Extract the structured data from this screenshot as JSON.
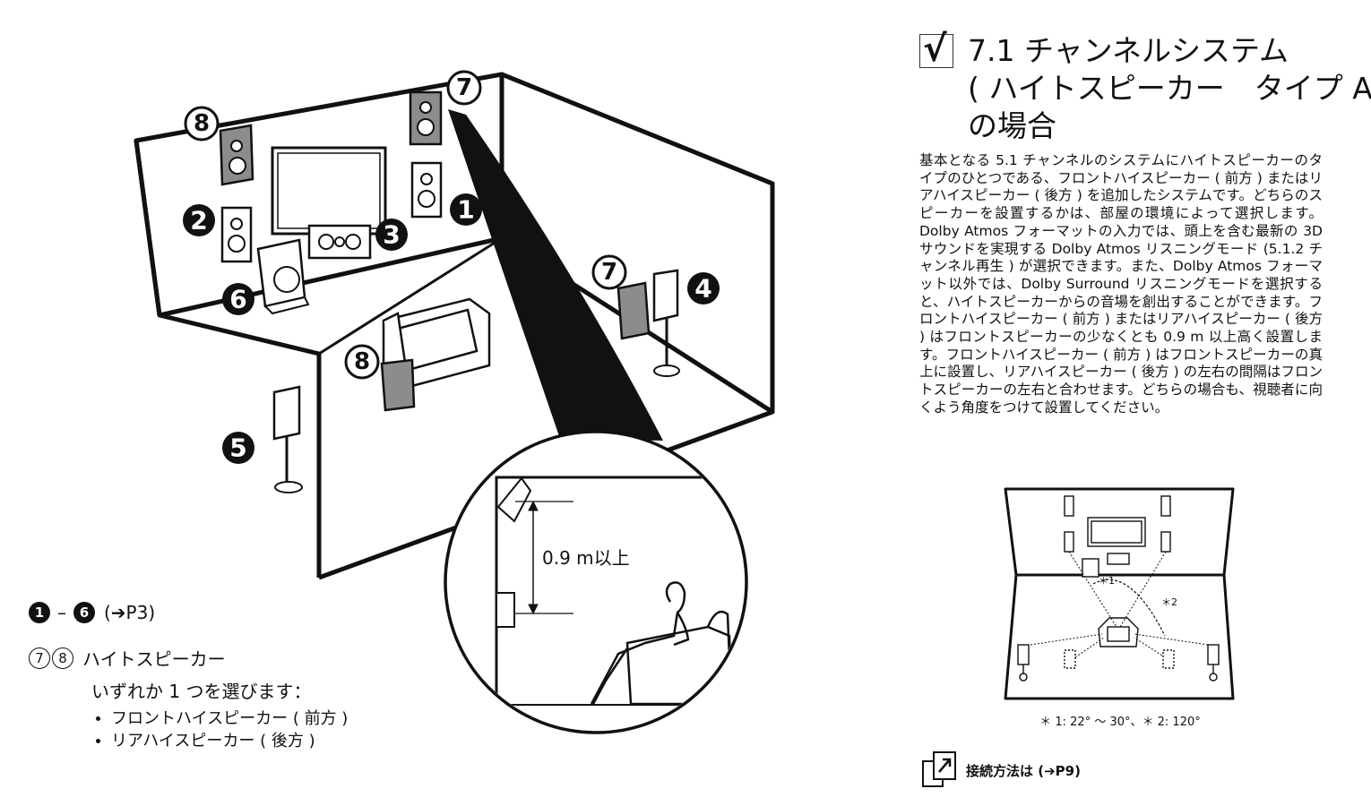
{
  "diagram": {
    "labels": {
      "n1": "1",
      "n2": "2",
      "n3": "3",
      "n4": "4",
      "n5": "5",
      "n6": "6",
      "n7": "7",
      "n8": "8"
    },
    "inset_distance": "0.9 m以上"
  },
  "legend": {
    "range_from": "1",
    "dash": "–",
    "range_to": "6",
    "range_ref": "(➔P3)",
    "height_label": "ハイトスピーカー",
    "height_n7": "7",
    "height_n8": "8",
    "choose": "いずれか 1 つを選びます：",
    "options": [
      "フロントハイスピーカー ( 前方 )",
      "リアハイスピーカー ( 後方 )"
    ]
  },
  "section": {
    "check_mark": "√",
    "title_lines": [
      "7.1 チャンネルシステム",
      "( ハイトスピーカー　タイプ A)",
      "の場合"
    ],
    "body": "基本となる 5.1 チャンネルのシステムにハイトスピーカーのタイプのひとつである、フロントハイスピーカー ( 前方 ) またはリアハイスピーカー ( 後方 ) を追加したシステムです。どちらのスピーカーを設置するかは、部屋の環境によって選択します。Dolby Atmos フォーマットの入力では、頭上を含む最新の 3D サウンドを実現する Dolby Atmos リスニングモード (5.1.2 チャンネル再生 ) が選択できます。また、Dolby Atmos フォーマット以外では、Dolby Surround リスニングモードを選択すると、ハイトスピーカーからの音場を創出することができます。フロントハイスピーカー ( 前方 ) またはリアハイスピーカー ( 後方 ) はフロントスピーカーの少なくとも 0.9 m 以上高く設置します。フロントハイスピーカー ( 前方 ) はフロントスピーカーの真上に設置し、リアハイスピーカー ( 後方 ) の左右の間隔はフロントスピーカーの左右と合わせます。どちらの場合も、視聴者に向くよう角度をつけて設置してください。",
    "angle1": "＊1",
    "angle2": "＊2",
    "caption": "＊ 1: 22° ～ 30°、＊ 2: 120°",
    "connection": "接続方法は (➔P9)"
  }
}
